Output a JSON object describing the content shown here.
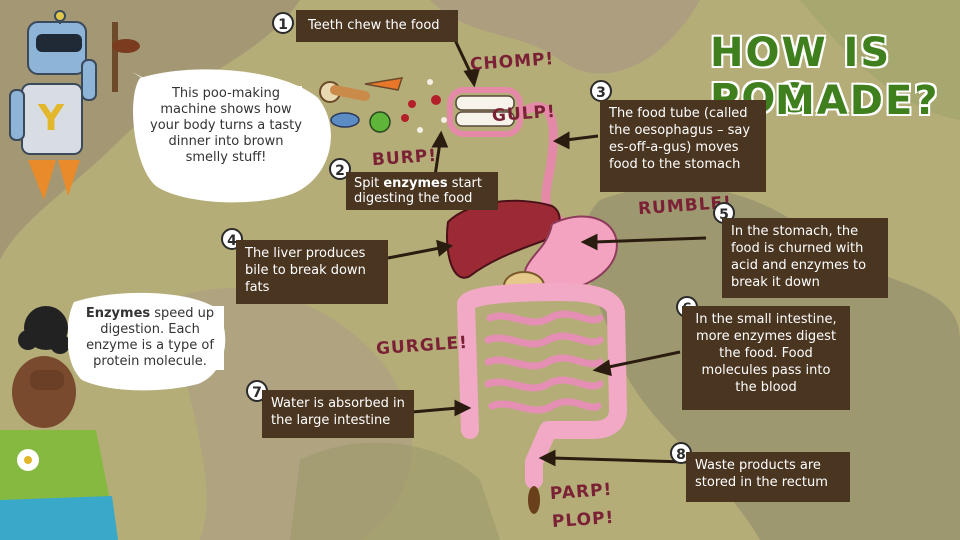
{
  "title": {
    "line1": "HOW IS POO",
    "line2": "MADE?"
  },
  "sound_effects": {
    "chomp": "CHOMP!",
    "gulp": "GULP!",
    "burp": "BURP!",
    "rumble": "RUMBLE!",
    "gurgle": "GURGLE!",
    "parp": "PARP!",
    "plop": "PLOP!"
  },
  "robot_bubble": {
    "text": "This poo-making machine shows how your body turns a tasty dinner into brown smelly stuff!"
  },
  "enzyme_bubble": {
    "term": "Enzymes",
    "text": " speed up digestion. Each enzyme is a type of protein molecule."
  },
  "steps": [
    {
      "number": "1",
      "text": "Teeth chew the food"
    },
    {
      "number": "2",
      "text_before": "Spit ",
      "term": "enzymes",
      "text_after": " start digesting the food"
    },
    {
      "number": "3",
      "text": "The food tube (called the oesophagus – say es-off-a-gus) moves food to the stomach"
    },
    {
      "number": "4",
      "text": "The liver produces bile to break down fats"
    },
    {
      "number": "5",
      "text": "In the stomach, the food is churned with acid and enzymes to break it down"
    },
    {
      "number": "6",
      "text": "In the small intestine, more enzymes digest the food. Food molecules pass into the blood"
    },
    {
      "number": "7",
      "text": "Water is absorbed in the large intestine"
    },
    {
      "number": "8",
      "text": "Waste products are stored in the rectum"
    }
  ],
  "robot_badge": "Y",
  "colors": {
    "box": "#4a3520",
    "title": "#3f7f1e",
    "sfx": "#7a2135",
    "intestine": "#f1a9c6",
    "liver": "#9b2a35"
  }
}
